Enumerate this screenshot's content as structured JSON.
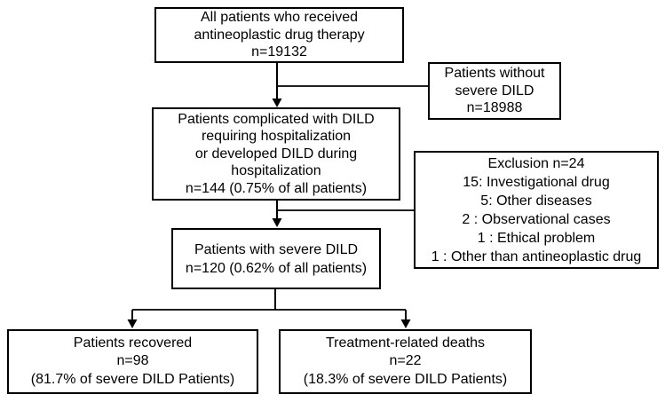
{
  "figure": {
    "background_color": "#ffffff",
    "line_color": "#000000",
    "boxes": {
      "all_patients": {
        "lines": [
          "All patients who received",
          "antineoplastic drug therapy",
          "n=19132"
        ]
      },
      "without_severe_dild": {
        "lines": [
          "Patients without",
          "severe DILD",
          "n=18988"
        ]
      },
      "complicated_dild": {
        "lines": [
          "Patients complicated with DILD",
          "requiring hospitalization",
          "or developed DILD during",
          "hospitalization",
          "n=144 (0.75% of all patients)"
        ]
      },
      "exclusion": {
        "lines": [
          "Exclusion n=24",
          "15: Investigational drug",
          "5: Other diseases",
          "2 : Observational cases",
          "1 : Ethical problem",
          "1 : Other than antineoplastic drug"
        ]
      },
      "severe_dild": {
        "lines": [
          "Patients with severe DILD",
          "n=120 (0.62% of all patients)"
        ]
      },
      "recovered": {
        "lines": [
          "Patients recovered",
          "n=98",
          "(81.7% of severe DILD Patients)"
        ]
      },
      "deaths": {
        "lines": [
          "Treatment-related deaths",
          "n=22",
          "(18.3% of severe DILD Patients)"
        ]
      }
    }
  }
}
